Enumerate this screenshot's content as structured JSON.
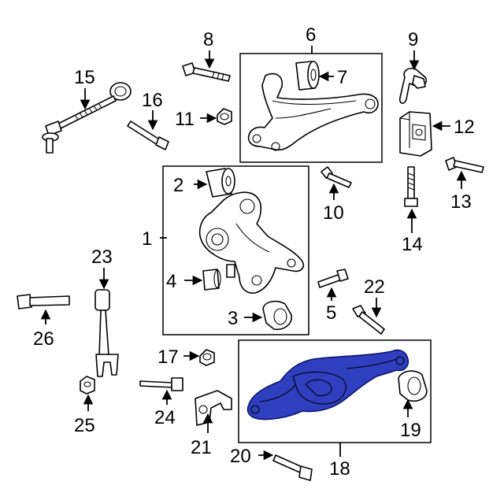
{
  "colors": {
    "line": "#000000",
    "background": "#ffffff",
    "highlight_fill": "#2f3fbf",
    "highlight_stroke": "#0a1470"
  },
  "callouts": {
    "c1": "1",
    "c2": "2",
    "c3": "3",
    "c4": "4",
    "c5": "5",
    "c6": "6",
    "c7": "7",
    "c8": "8",
    "c9": "9",
    "c10": "10",
    "c11": "11",
    "c12": "12",
    "c13": "13",
    "c14": "14",
    "c15": "15",
    "c16": "16",
    "c17": "17",
    "c18": "18",
    "c19": "19",
    "c20": "20",
    "c21": "21",
    "c22": "22",
    "c23": "23",
    "c24": "24",
    "c25": "25",
    "c26": "26"
  }
}
